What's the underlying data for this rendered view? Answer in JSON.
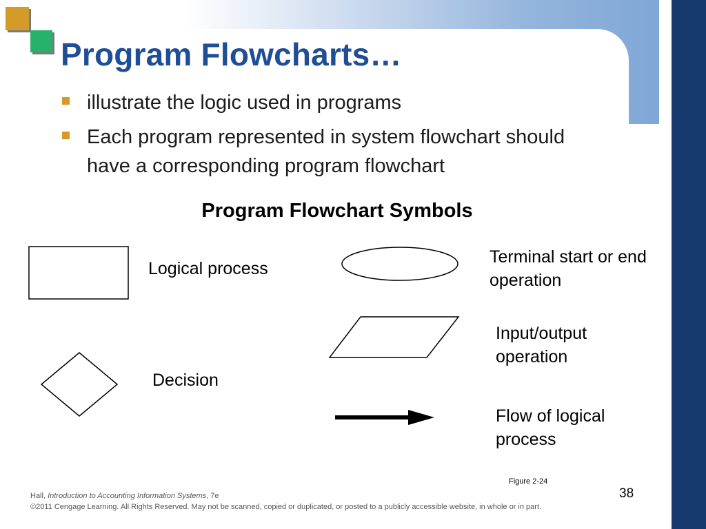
{
  "slide": {
    "title": "Program Flowcharts…",
    "bullets": [
      "illustrate the logic used in programs",
      "Each program represented in system flowchart should have a corresponding program flowchart"
    ]
  },
  "diagram": {
    "heading": "Program Flowchart Symbols",
    "symbols": [
      {
        "shape": "rectangle",
        "label": "Logical process"
      },
      {
        "shape": "diamond",
        "label": "Decision"
      },
      {
        "shape": "oval",
        "label": "Terminal start or end operation"
      },
      {
        "shape": "parallelogram",
        "label": "Input/output operation"
      },
      {
        "shape": "arrow",
        "label": "Flow of logical process"
      }
    ],
    "figure_label": "Figure 2-24"
  },
  "footer": {
    "author": "Hall, ",
    "book": "Introduction to Accounting Information Systems",
    "edition": ", 7e",
    "copyright": "©2011 Cengage Learning. All Rights Reserved. May not be scanned, copied or duplicated, or posted to a publicly accessible website, in whole or in part.",
    "page_number": "38"
  },
  "colors": {
    "title": "#1f4e96",
    "accent_orange": "#d49b2a",
    "accent_green": "#27b26b",
    "side_bar": "#16396e"
  }
}
